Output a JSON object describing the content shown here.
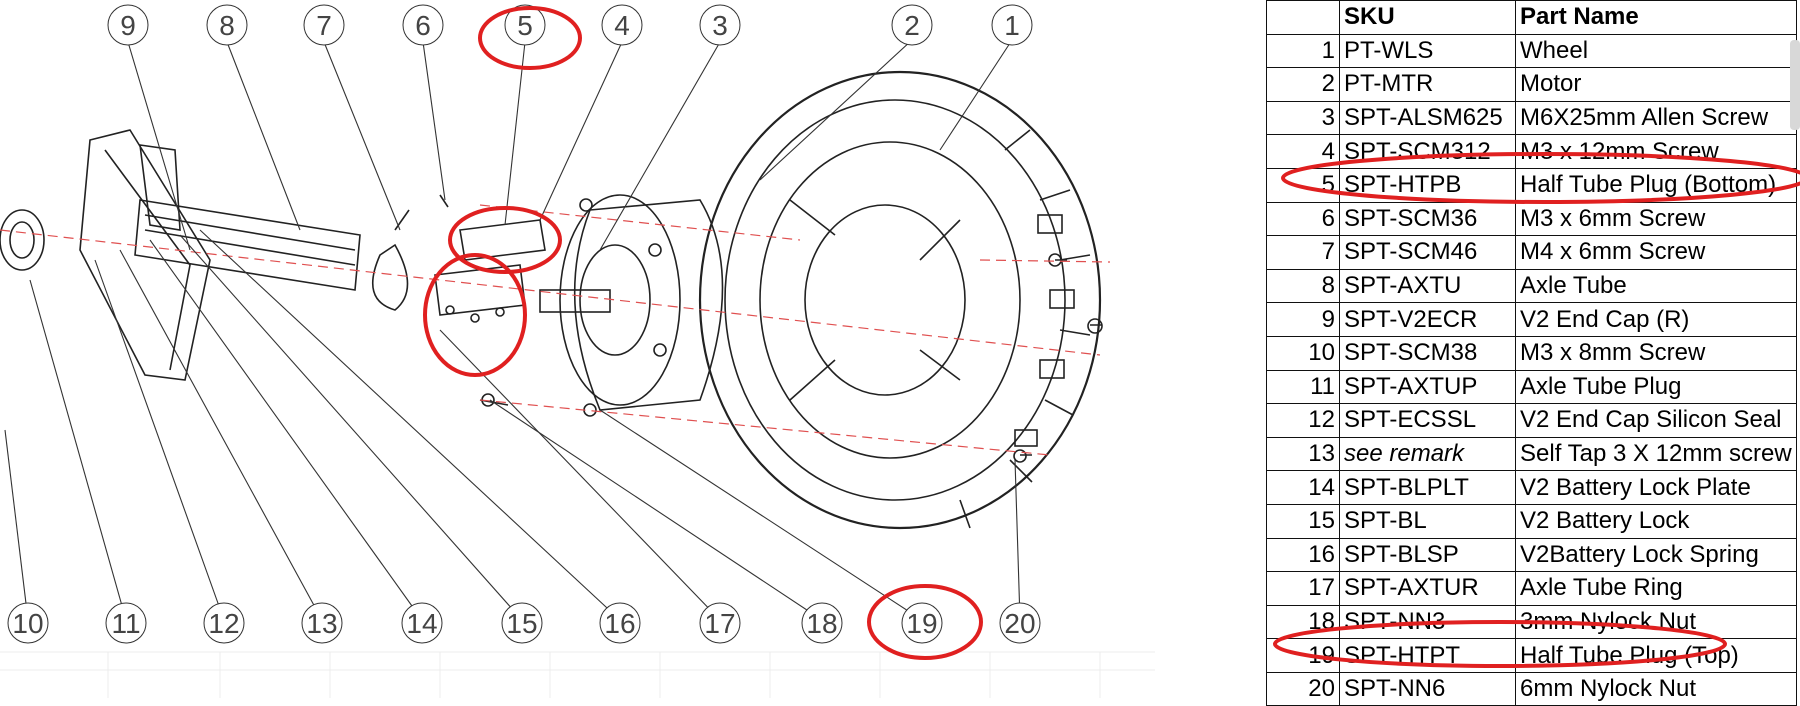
{
  "diagram": {
    "callout_numbers": [
      "1",
      "2",
      "3",
      "4",
      "5",
      "6",
      "7",
      "8",
      "9",
      "10",
      "11",
      "12",
      "13",
      "14",
      "15",
      "16",
      "17",
      "18",
      "19",
      "20"
    ]
  },
  "table": {
    "headers": [
      "",
      "SKU",
      "Part Name"
    ],
    "rows": [
      {
        "no": "1",
        "sku": "PT-WLS",
        "name": "Wheel"
      },
      {
        "no": "2",
        "sku": "PT-MTR",
        "name": "Motor"
      },
      {
        "no": "3",
        "sku": "SPT-ALSM625",
        "name": "M6X25mm Allen Screw"
      },
      {
        "no": "4",
        "sku": "SPT-SCM312",
        "name": "M3 x 12mm Screw"
      },
      {
        "no": "5",
        "sku": "SPT-HTPB",
        "name": "Half Tube Plug (Bottom)"
      },
      {
        "no": "6",
        "sku": "SPT-SCM36",
        "name": "M3 x 6mm Screw"
      },
      {
        "no": "7",
        "sku": "SPT-SCM46",
        "name": "M4 x 6mm Screw"
      },
      {
        "no": "8",
        "sku": "SPT-AXTU",
        "name": "Axle Tube"
      },
      {
        "no": "9",
        "sku": "SPT-V2ECR",
        "name": "V2 End Cap (R)"
      },
      {
        "no": "10",
        "sku": "SPT-SCM38",
        "name": "M3 x 8mm Screw"
      },
      {
        "no": "11",
        "sku": "SPT-AXTUP",
        "name": "Axle Tube Plug"
      },
      {
        "no": "12",
        "sku": "SPT-ECSSL",
        "name": "V2 End Cap Silicon Seal"
      },
      {
        "no": "13",
        "sku": "see remark",
        "name": "Self Tap 3 X 12mm screw"
      },
      {
        "no": "14",
        "sku": "SPT-BLPLT",
        "name": "V2 Battery Lock Plate"
      },
      {
        "no": "15",
        "sku": "SPT-BL",
        "name": "V2 Battery Lock"
      },
      {
        "no": "16",
        "sku": "SPT-BLSP",
        "name": "V2Battery Lock Spring"
      },
      {
        "no": "17",
        "sku": "SPT-AXTUR",
        "name": "Axle Tube Ring"
      },
      {
        "no": "18",
        "sku": "SPT-NN3",
        "name": "3mm Nylock Nut"
      },
      {
        "no": "19",
        "sku": "SPT-HTPT",
        "name": "Half Tube Plug (Top)"
      },
      {
        "no": "20",
        "sku": "SPT-NN6",
        "name": "6mm Nylock Nut"
      }
    ]
  },
  "colors": {
    "highlight": "#e02020",
    "line": "#222222",
    "grid": "#e6e6e6",
    "dash": "#e05050"
  }
}
